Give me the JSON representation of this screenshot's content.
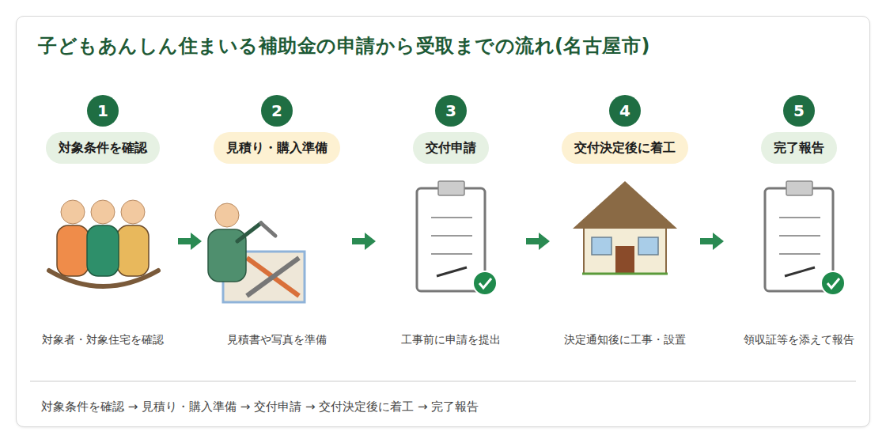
{
  "diagram": {
    "title": "子どもあんしん住まいる補助金の申請から受取までの流れ(名古屋市)",
    "caption": "対象条件を確認 → 見積り・購入準備 → 交付申請 → 交付決定後に着工 → 完了報告",
    "nodes": [
      {
        "text": [
          "1",
          "対象条件を確認",
          "対象者・対象住宅を確認"
        ]
      },
      {
        "text": [
          "2",
          "見積り・購入準備",
          "見積書や写真を準備"
        ]
      },
      {
        "text": [
          "3",
          "交付申請",
          "工事前に申請を提出"
        ]
      },
      {
        "text": [
          "4",
          "交付決定後に着工",
          "決定通知後に工事・設置"
        ]
      },
      {
        "text": [
          "5",
          "完了報告",
          "領収証等を添えて報告"
        ]
      }
    ],
    "edges": [
      {
        "from": 0,
        "to": 1,
        "arrow": "to"
      },
      {
        "from": 1,
        "to": 2,
        "arrow": "to"
      },
      {
        "from": 2,
        "to": 3,
        "arrow": "to"
      },
      {
        "from": 3,
        "to": 4,
        "arrow": "to"
      }
    ]
  }
}
